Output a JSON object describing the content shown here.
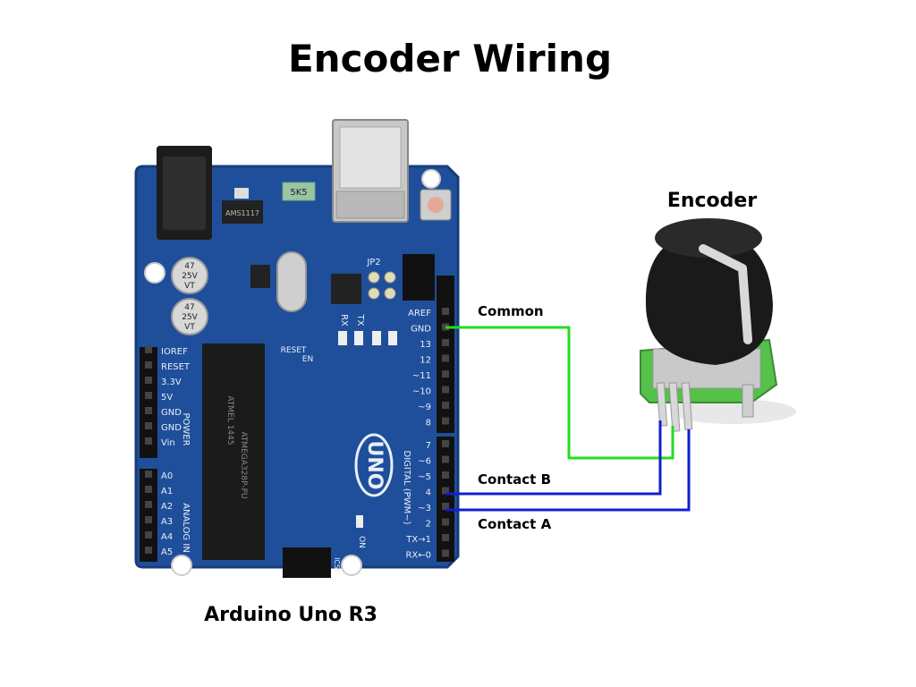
{
  "title": "Encoder Wiring",
  "board": {
    "caption": "Arduino Uno R3",
    "logo_text": "UNO",
    "chip_text": "ATMEGA328P-PU",
    "chip_brand": "ATMEL 1445",
    "cap1": [
      "47",
      "25V",
      "VT"
    ],
    "cap2": [
      "47",
      "25V",
      "VT"
    ],
    "fuse_text": "5K5",
    "regulator_text": "AMS1117",
    "jp2": "JP2",
    "rx": "RX",
    "tx": "TX",
    "reset_lbl": "RESET",
    "en_lbl": "EN",
    "on_lbl": "ON",
    "icsp_lbl": "ICSP",
    "power_label": "POWER",
    "analog_label": "ANALOG IN",
    "digital_label": "DIGITAL (PWM~)",
    "power_pins": [
      "IOREF",
      "RESET",
      "3.3V",
      "5V",
      "GND",
      "GND",
      "Vin"
    ],
    "analog_pins": [
      "A0",
      "A1",
      "A2",
      "A3",
      "A4",
      "A5"
    ],
    "digital_top": [
      "AREF",
      "GND",
      "13",
      "12",
      "~11",
      "~10",
      "~9",
      "8"
    ],
    "digital_bottom": [
      "7",
      "~6",
      "~5",
      "4",
      "~3",
      "2",
      "TX→1",
      "RX←0"
    ],
    "colors": {
      "pcb": "#1f4f9a",
      "pcb_dark": "#163c7a",
      "silk": "#e8eef8"
    }
  },
  "encoder": {
    "label": "Encoder",
    "colors": {
      "knob": "#1a1a1a",
      "body": "#55c04a",
      "indicator": "#d9d9d9"
    }
  },
  "wires": {
    "common_label": "Common",
    "contact_b_label": "Contact B",
    "contact_a_label": "Contact A",
    "colors": {
      "common": "#22dd22",
      "contact": "#1020cc"
    }
  }
}
